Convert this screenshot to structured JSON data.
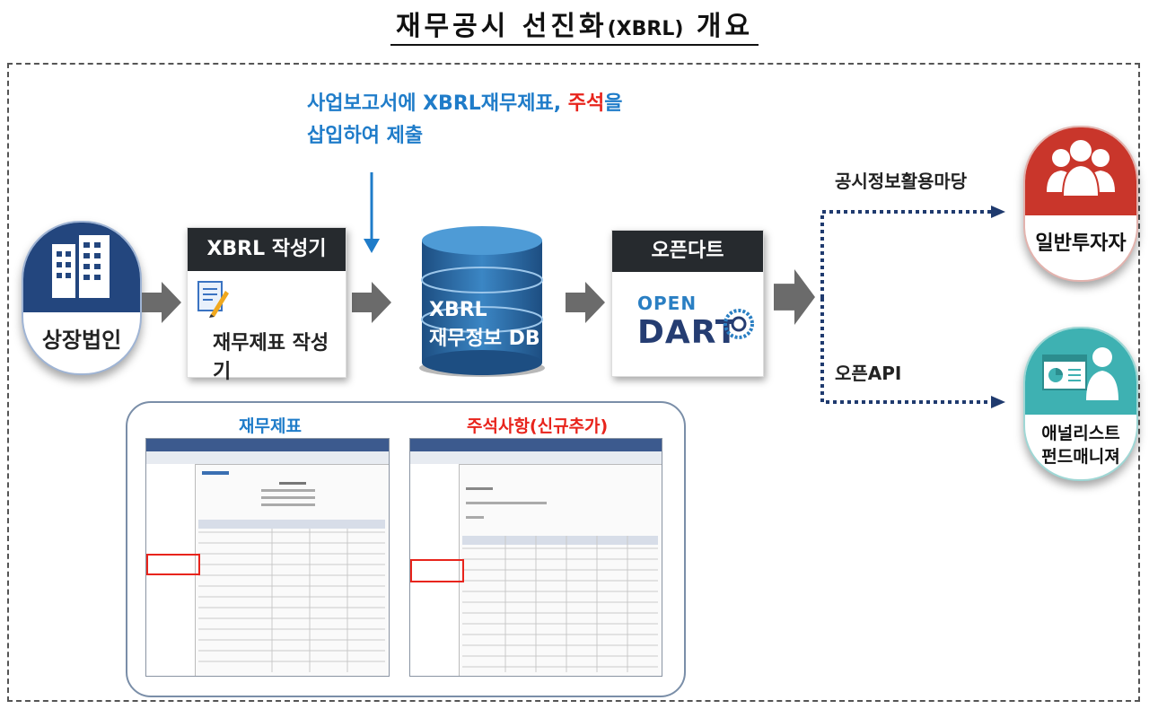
{
  "title": {
    "main": "재무공시 선진화",
    "paren": "(XBRL)",
    "suffix": "개요"
  },
  "submit_note": {
    "line1_blue": "사업보고서에 XBRL재무제표, ",
    "line1_red": "주석",
    "line1_end": "을",
    "line2": "삽입하여 제출"
  },
  "nodes": {
    "company": "상장법인",
    "xbrl_tool": {
      "header": "XBRL 작성기",
      "label": "재무제표 작성기"
    },
    "database": {
      "line1": "XBRL",
      "line2": "재무정보 DB"
    },
    "open_dart": {
      "header": "오픈다트",
      "logo_top": "OPEN",
      "logo_bottom": "DART"
    },
    "investor": "일반투자자",
    "analyst": {
      "line1": "애널리스트",
      "line2": "펀드매니져"
    }
  },
  "channels": {
    "upper": "공시정보활용마당",
    "lower": "오픈API"
  },
  "panel": {
    "left_title": "재무제표",
    "right_title": "주석사항(신규추가)"
  },
  "colors": {
    "accent_blue": "#1f7cc9",
    "accent_red": "#e8241c",
    "dark_header": "#262a2e",
    "db_blue": "#2f6fa7",
    "dot_navy": "#1f3a6e",
    "investor_red": "#c9362b",
    "analyst_teal": "#3eb1b2",
    "company_navy": "#23467e"
  }
}
